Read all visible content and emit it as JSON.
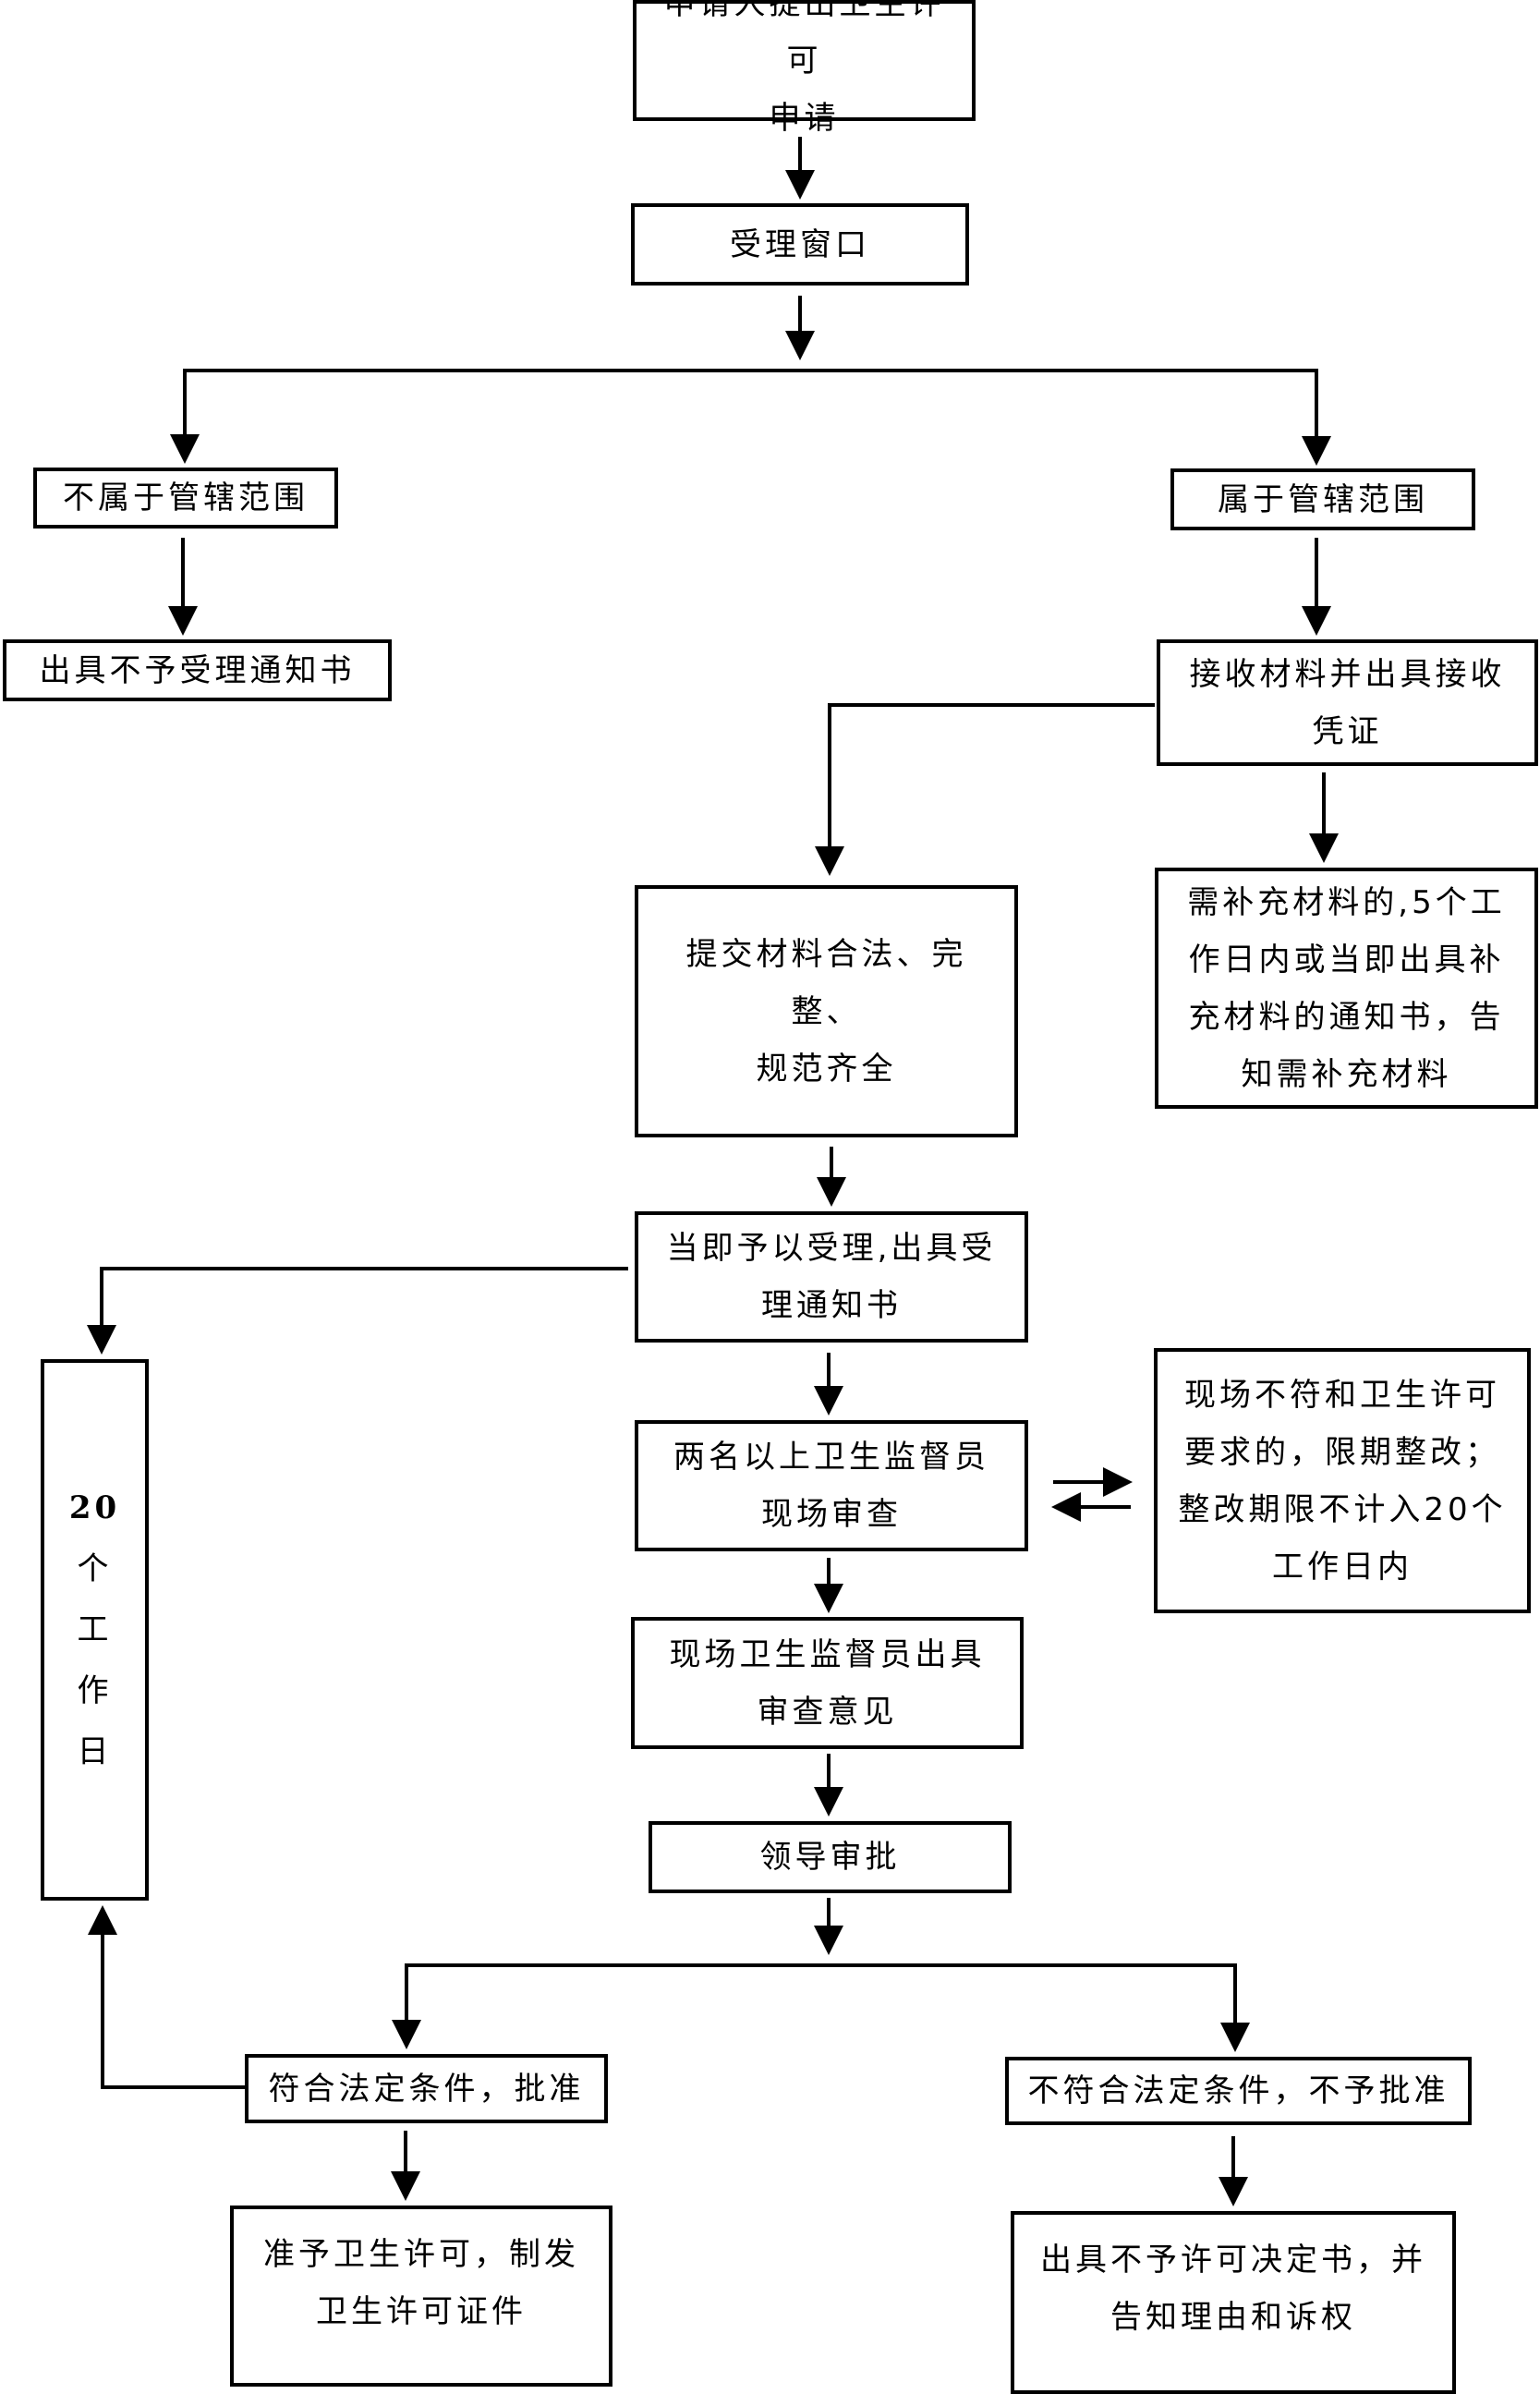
{
  "diagram": {
    "type": "flowchart",
    "nodes": {
      "apply": "申请人提出卫生许可申请",
      "window": "受理窗口",
      "out_of_scope": "不属于管辖范围",
      "reject_notice": "出具不予受理通知书",
      "in_scope": "属于管辖范围",
      "receive": "接收材料并出具接收凭证",
      "materials_ok": "提交材料合法、完整、规范齐全",
      "supplement": "需补充材料的,5个工作日内或当即出具补充材料的通知书，告知需补充材料",
      "accept": "当即予以受理,出具受理通知书",
      "inspect": "两名以上卫生监督员现场审查",
      "rectify": "现场不符和卫生许可要求的，限期整改；整改期限不计入20个工作日内",
      "opinion": "现场卫生监督员出具审查意见",
      "leader": "领导审批",
      "approve": "符合法定条件，批准",
      "deny": "不符合法定条件，不予批准",
      "grant": "准予卫生许可，制发卫生许可证件",
      "deny_notice": "出具不予许可决定书，并告知理由和诉权"
    },
    "lines": {
      "apply": [
        "申请人提出卫生许可",
        "申请"
      ],
      "window": [
        "受理窗口"
      ],
      "out_of_scope": [
        "不属于管辖范围"
      ],
      "reject_notice": [
        "出具不予受理通知书"
      ],
      "in_scope": [
        "属于管辖范围"
      ],
      "receive": [
        "接收材料并出具接收",
        "凭证"
      ],
      "materials_ok": [
        "提交材料合法、完整、",
        "规范齐全"
      ],
      "supplement": [
        "需补充材料的,5个工",
        "作日内或当即出具补",
        "充材料的通知书，告",
        "知需补充材料"
      ],
      "accept": [
        "当即予以受理,出具受",
        "理通知书"
      ],
      "inspect": [
        "两名以上卫生监督员",
        "现场审查"
      ],
      "rectify": [
        "现场不符和卫生许可",
        "要求的，限期整改；",
        "整改期限不计入20个",
        "工作日内"
      ],
      "opinion": [
        "现场卫生监督员出具",
        "审查意见"
      ],
      "leader": [
        "领导审批"
      ],
      "approve": [
        "符合法定条件，批准"
      ],
      "deny": [
        "不符合法定条件，不予批准"
      ],
      "grant": [
        "准予卫生许可，制发",
        "卫生许可证件"
      ],
      "deny_notice": [
        "出具不予许可决定书，并",
        "告知理由和诉权"
      ]
    },
    "timeline_box": {
      "number": "20",
      "chars": [
        "个",
        "工",
        "作",
        "日"
      ]
    },
    "edges": [
      [
        "apply",
        "window"
      ],
      [
        "window",
        "out_of_scope"
      ],
      [
        "window",
        "in_scope"
      ],
      [
        "out_of_scope",
        "reject_notice"
      ],
      [
        "in_scope",
        "receive"
      ],
      [
        "receive",
        "materials_ok"
      ],
      [
        "receive",
        "supplement"
      ],
      [
        "materials_ok",
        "accept"
      ],
      [
        "accept",
        "timeline_box"
      ],
      [
        "accept",
        "inspect"
      ],
      [
        "inspect",
        "rectify"
      ],
      [
        "rectify",
        "inspect"
      ],
      [
        "inspect",
        "opinion"
      ],
      [
        "opinion",
        "leader"
      ],
      [
        "leader",
        "approve"
      ],
      [
        "leader",
        "deny"
      ],
      [
        "approve",
        "timeline_box"
      ],
      [
        "approve",
        "grant"
      ],
      [
        "deny",
        "deny_notice"
      ]
    ]
  }
}
